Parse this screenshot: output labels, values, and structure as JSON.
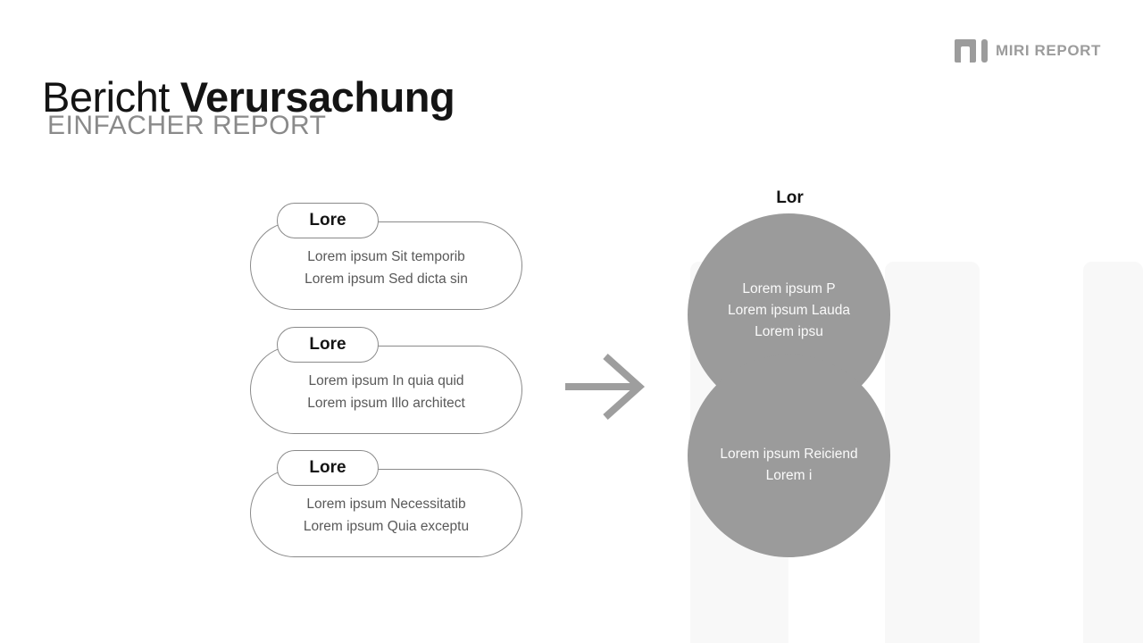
{
  "header": {
    "title_regular": "Bericht",
    "title_bold": "Verursachung",
    "subtitle": "EINFACHER REPORT"
  },
  "logo": {
    "text": "MIRI REPORT",
    "icon": "miri-monogram-icon"
  },
  "pills": [
    {
      "label": "Lore",
      "line1": "Lorem ipsum Sit temporib",
      "line2": "Lorem ipsum Sed dicta sin"
    },
    {
      "label": "Lore",
      "line1": "Lorem ipsum In quia quid",
      "line2": "Lorem ipsum Illo architect"
    },
    {
      "label": "Lore",
      "line1": "Lorem ipsum Necessitatib",
      "line2": "Lorem ipsum Quia exceptu"
    }
  ],
  "arrow": {
    "icon": "arrow-right-icon"
  },
  "venn": {
    "heading": "Lor",
    "top_circle": {
      "line1": "Lorem ipsum P",
      "line2": "Lorem ipsum Lauda",
      "line3": "Lorem ipsu"
    },
    "bottom_circle": {
      "line1": "Lorem ipsum Reiciend",
      "line2": "Lorem i"
    }
  },
  "colors": {
    "bg": "#ffffff",
    "bar": "#f8f8f8",
    "ink": "#141414",
    "subtle": "#8a8a8a",
    "logo": "#9c9c9c",
    "border": "#8a8a8a",
    "body": "#595959",
    "arrow": "#9e9e9e",
    "circle": "#9b9b9b",
    "circletext": "#fafafa"
  }
}
